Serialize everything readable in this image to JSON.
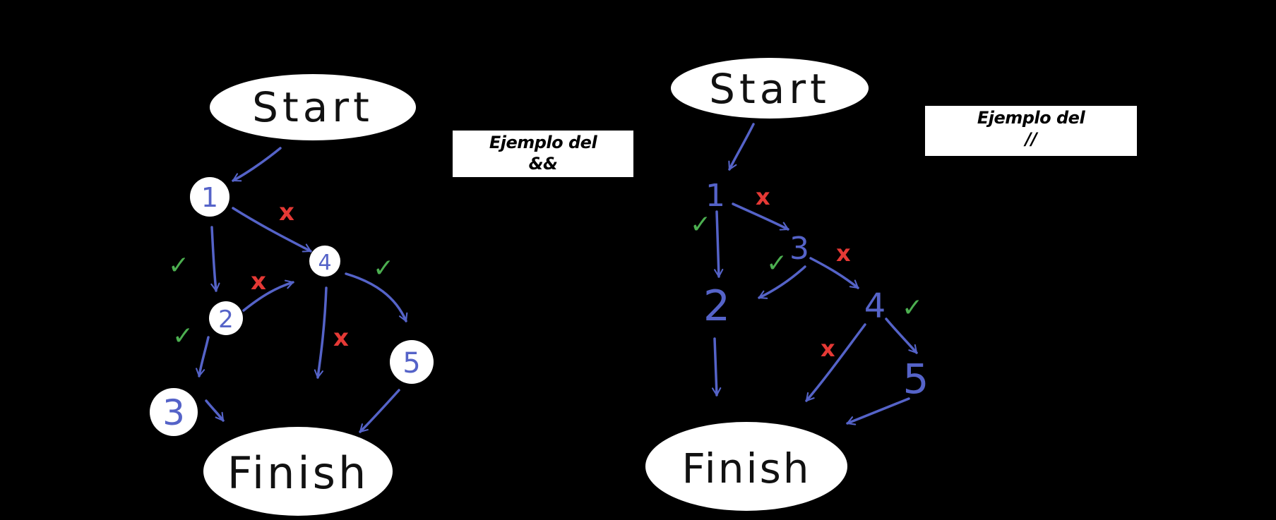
{
  "colors": {
    "background": "#000000",
    "node_fill": "#ffffff",
    "ink_black": "#111111",
    "arrow_blue": "#5563c8",
    "check_green": "#4caf50",
    "cross_red": "#e53935"
  },
  "left_diagram": {
    "start_label": "Start",
    "finish_label": "Finish",
    "nodes": [
      "1",
      "2",
      "3",
      "4",
      "5"
    ],
    "title_line1": "Ejemplo del",
    "title_line2": "&&",
    "check_mark": "✓",
    "cross_mark": "x"
  },
  "right_diagram": {
    "start_label": "Start",
    "finish_label": "Finish",
    "nodes": [
      "1",
      "2",
      "3",
      "4",
      "5"
    ],
    "title_line1": "Ejemplo del",
    "title_line2": "//",
    "check_mark": "✓",
    "cross_mark": "x"
  }
}
